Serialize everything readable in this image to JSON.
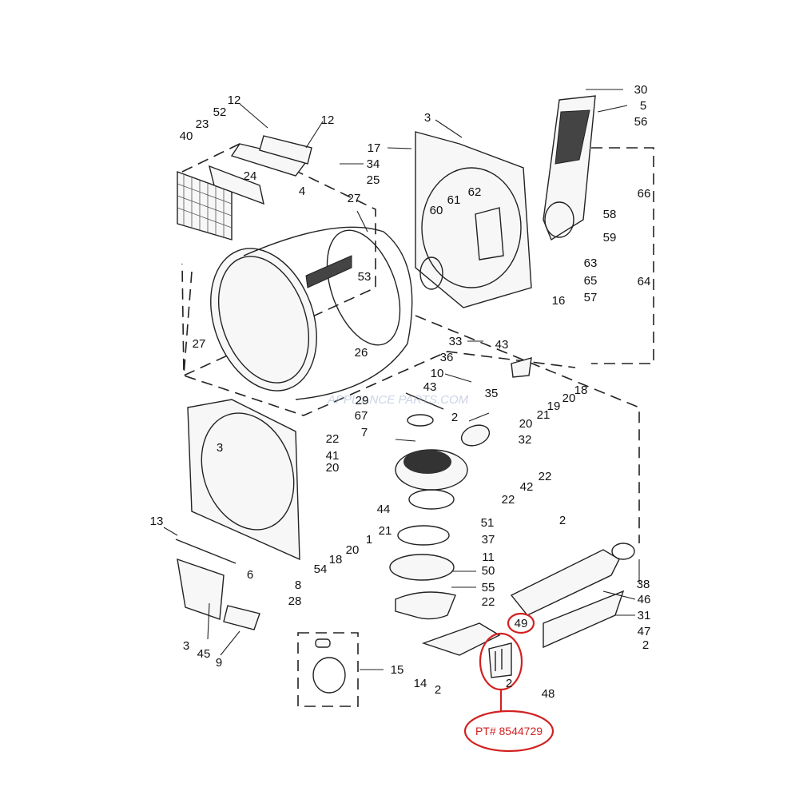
{
  "diagram": {
    "watermark": "APPLIANCE PARTS.COM",
    "highlight": {
      "callout": "49",
      "part_number_label": "PT# 8544729",
      "color": "#d32020"
    },
    "callouts": {
      "c30": "30",
      "c5": "5",
      "c56": "56",
      "c3a": "3",
      "c17": "17",
      "c12a": "12",
      "c12b": "12",
      "c52": "52",
      "c23": "23",
      "c40": "40",
      "c34": "34",
      "c24": "24",
      "c4": "4",
      "c25": "25",
      "c27a": "27",
      "c61": "61",
      "c62": "62",
      "c60": "60",
      "c66": "66",
      "c58": "58",
      "c59": "59",
      "c63": "63",
      "c65": "65",
      "c64": "64",
      "c57": "57",
      "c53": "53",
      "c16": "16",
      "c27b": "27",
      "c26": "26",
      "c33": "33",
      "c36": "36",
      "c43a": "43",
      "c10": "10",
      "c43b": "43",
      "c35": "35",
      "c20a": "20",
      "c18a": "18",
      "c19": "19",
      "c29": "29",
      "c2a": "2",
      "c20b": "20",
      "c21a": "21",
      "c67": "67",
      "c7": "7",
      "c32": "32",
      "c22a": "22",
      "c3b": "3",
      "c41": "41",
      "c20c": "20",
      "c42": "42",
      "c22b": "22",
      "c22c": "22",
      "c44": "44",
      "c51": "51",
      "c21b": "21",
      "c13": "13",
      "c20d": "20",
      "c18b": "18",
      "c1": "1",
      "c37": "37",
      "c11": "11",
      "c54": "54",
      "c6": "6",
      "c8": "8",
      "c2b": "2",
      "c50": "50",
      "c38": "38",
      "c28": "28",
      "c55": "55",
      "c22d": "22",
      "c46": "46",
      "c31": "31",
      "c49": "49",
      "c47": "47",
      "c3c": "3",
      "c45": "45",
      "c9": "9",
      "c15": "15",
      "c2c": "2",
      "c14": "14",
      "c2d": "2",
      "c48": "48",
      "c2e": "2"
    }
  }
}
